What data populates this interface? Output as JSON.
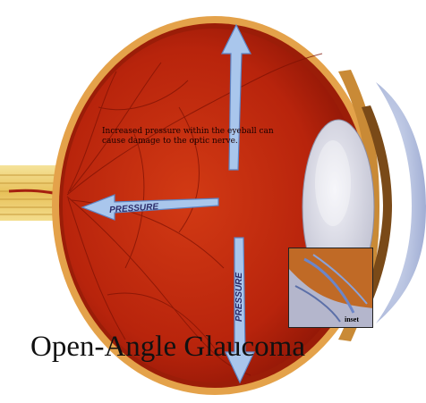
{
  "description_text": "Increased pressure within the eyeball can cause damage to the optic nerve.",
  "arrow_labels": {
    "left": "PRESSURE",
    "down": "PRESSURE"
  },
  "inset_label": "inset",
  "title": "Open-Angle Glaucoma",
  "colors": {
    "eye_interior": "#c1280f",
    "eye_wall": "#e4a24a",
    "arrow_fill": "#a9c6ec",
    "arrow_stroke": "#5d84c4",
    "lens": "#d9d9e6",
    "cornea": "#b9c3e0",
    "iris": "#7a4a18",
    "optic_nerve": "#f0d27a"
  }
}
